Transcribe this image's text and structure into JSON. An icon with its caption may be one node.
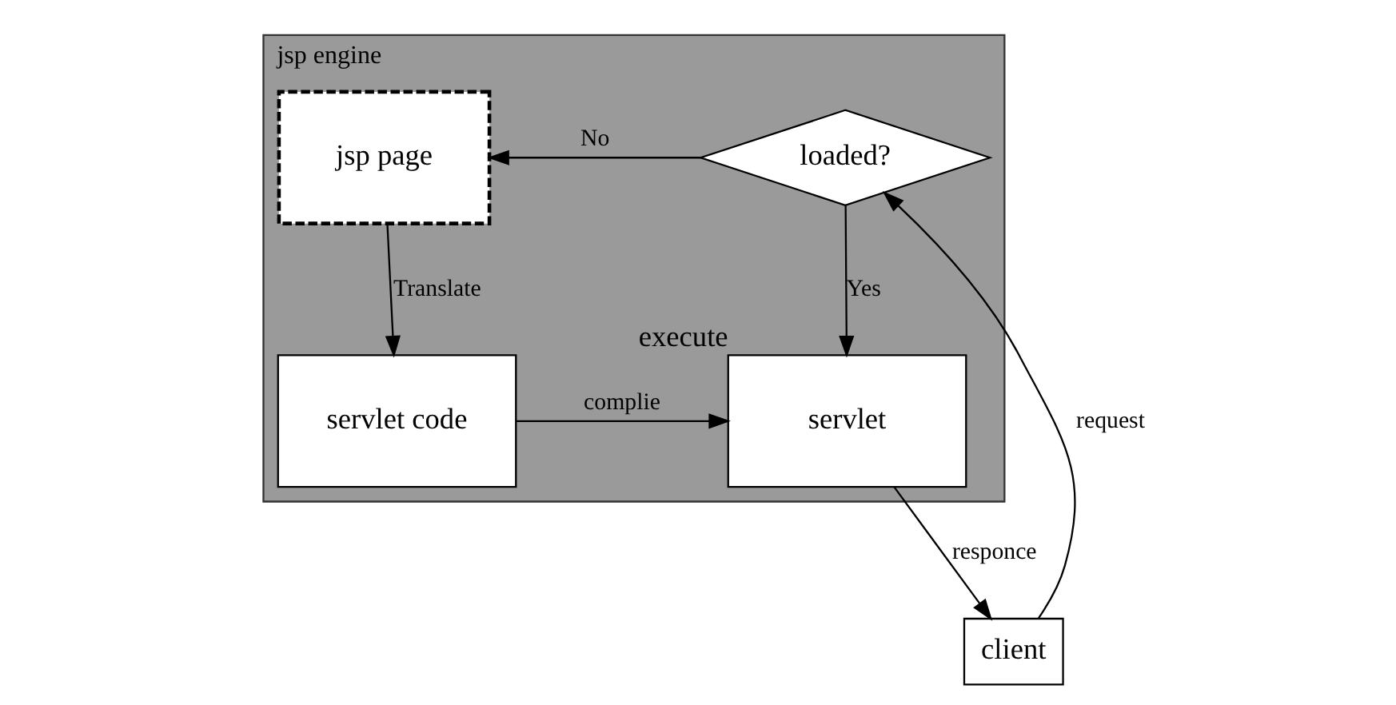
{
  "diagram": {
    "nodes": [
      {
        "text": [
          "jsp engine"
        ]
      },
      {
        "text": [
          "client"
        ]
      },
      {
        "text": [
          "loaded?"
        ],
        "in": 0
      },
      {
        "text": [
          "jsp page"
        ],
        "in": 0
      },
      {
        "text": [
          "servlet"
        ],
        "in": 0,
        "beside": [
          "execute"
        ]
      },
      {
        "text": [
          "servlet code"
        ],
        "in": 0
      }
    ],
    "edges": [
      {
        "from": 1,
        "to": 2,
        "arrow": "to",
        "label": "request"
      },
      {
        "from": 2,
        "to": 3,
        "arrow": "to",
        "label": "No"
      },
      {
        "from": 2,
        "to": 4,
        "arrow": "to",
        "label": "Yes"
      },
      {
        "from": 3,
        "to": 5,
        "arrow": "to",
        "label": "Translate"
      },
      {
        "from": 5,
        "to": 4,
        "arrow": "to",
        "label": "complie"
      },
      {
        "from": 4,
        "to": 1,
        "arrow": "to",
        "label": "responce"
      }
    ]
  }
}
